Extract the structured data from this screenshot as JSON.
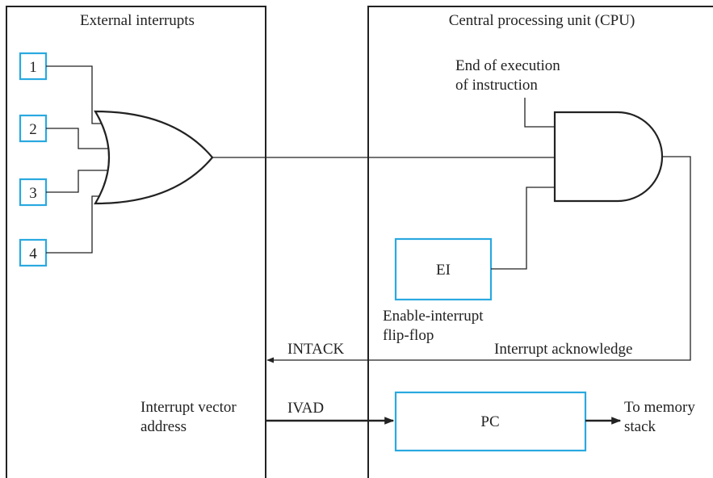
{
  "external_panel": {
    "title": "External interrupts"
  },
  "cpu_panel": {
    "title": "Central processing unit (CPU)"
  },
  "interrupt_inputs": [
    "1",
    "2",
    "3",
    "4"
  ],
  "and_gate_label": {
    "line1": "End of execution",
    "line2": "of instruction"
  },
  "ei_box": {
    "label": "EI",
    "caption_line1": "Enable-interrupt",
    "caption_line2": "flip-flop"
  },
  "intack": {
    "signal": "INTACK",
    "description": "Interrupt acknowledge"
  },
  "ivad": {
    "signal": "IVAD",
    "source_line1": "Interrupt vector",
    "source_line2": "address"
  },
  "pc_box": {
    "label": "PC"
  },
  "memory_stack": {
    "line1": "To memory",
    "line2": "stack"
  },
  "colors": {
    "box_outline": "#29a9e0",
    "line": "#222222",
    "background": "#ffffff"
  }
}
